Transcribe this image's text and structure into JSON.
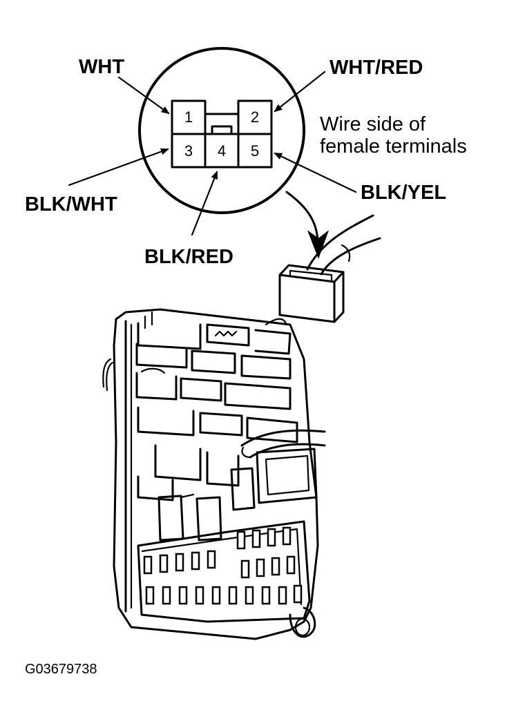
{
  "labels": {
    "wht": "WHT",
    "wht_red": "WHT/RED",
    "blk_wht": "BLK/WHT",
    "blk_red": "BLK/RED",
    "blk_yel": "BLK/YEL"
  },
  "note": {
    "line1": "Wire side of",
    "line2": "female terminals"
  },
  "pins": [
    "1",
    "2",
    "3",
    "4",
    "5"
  ],
  "figure_code": "G03679738"
}
